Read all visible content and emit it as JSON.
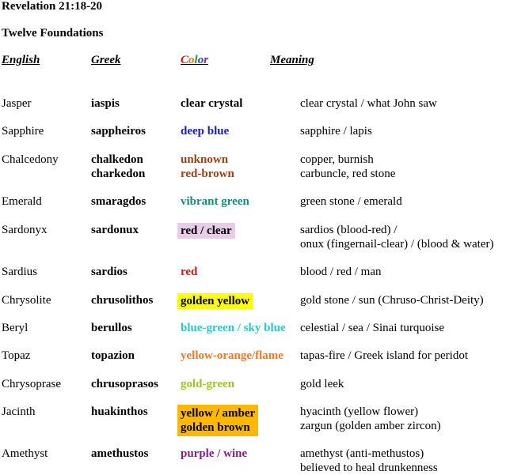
{
  "title": "Revelation 21:18-20",
  "subtitle": "Twelve Foundations",
  "headers": {
    "english": "English",
    "greek": "Greek",
    "color_letters": [
      {
        "ch": "C",
        "color": "#e01010"
      },
      {
        "ch": "o",
        "color": "#e07a00"
      },
      {
        "ch": "l",
        "color": "#2a9a2a"
      },
      {
        "ch": "o",
        "color": "#1f3fd0"
      },
      {
        "ch": "r",
        "color": "#8a1fa0"
      }
    ],
    "meaning": "Meaning"
  },
  "rows": [
    {
      "english": "Jasper",
      "greek": [
        "iaspis"
      ],
      "color": [
        "clear crystal"
      ],
      "color_hex": "#000000",
      "bg": "",
      "meaning": [
        "clear crystal / what John saw"
      ]
    },
    {
      "english": "Sapphire",
      "greek": [
        "sappheiros"
      ],
      "color": [
        "deep blue"
      ],
      "color_hex": "#1a1ad6",
      "bg": "",
      "meaning": [
        "sapphire / lapis"
      ]
    },
    {
      "english": "Chalcedony",
      "greek": [
        "chalkedon",
        "charkedon"
      ],
      "color": [
        "unknown",
        "red-brown"
      ],
      "color_hex": "#a04010",
      "bg": "",
      "meaning": [
        "copper, burnish",
        "carbuncle, red stone"
      ]
    },
    {
      "english": "Emerald",
      "greek": [
        "smaragdos"
      ],
      "color": [
        "vibrant green"
      ],
      "color_hex": "#1a8a7a",
      "bg": "",
      "meaning": [
        "green stone / emerald"
      ]
    },
    {
      "english": "Sardonyx",
      "greek": [
        "sardonux"
      ],
      "color": [
        "red / clear"
      ],
      "color_hex": "#000000",
      "bg": "#e8cce8",
      "meaning": [
        "sardios (blood-red) /",
        "onux (fingernail-clear) / (blood & water)"
      ]
    },
    {
      "english": "Sardius",
      "greek": [
        "sardios"
      ],
      "color": [
        "red"
      ],
      "color_hex": "#e01010",
      "bg": "",
      "meaning": [
        "blood / red / man"
      ]
    },
    {
      "english": "Chrysolite",
      "greek": [
        "chrusolithos"
      ],
      "color": [
        "golden yellow"
      ],
      "color_hex": "#000000",
      "bg": "#ffff00",
      "meaning": [
        "gold stone / sun (Chruso-Christ-Deity)"
      ]
    },
    {
      "english": "Beryl",
      "greek": [
        "berullos"
      ],
      "color": [
        "blue-green / sky blue"
      ],
      "color_hex": "#33c4cc",
      "bg": "",
      "meaning": [
        "celestial / sea / Sinai turquoise"
      ]
    },
    {
      "english": "Topaz",
      "greek": [
        "topazion"
      ],
      "color": [
        "yellow-orange/flame"
      ],
      "color_hex": "#f07820",
      "bg": "",
      "meaning": [
        "tapas-fire / Greek island for peridot"
      ]
    },
    {
      "english": "Chrysoprase",
      "greek": [
        "chrusoprasos"
      ],
      "color": [
        "gold-green"
      ],
      "color_hex": "#9ac81a",
      "bg": "",
      "meaning": [
        "gold leek"
      ]
    },
    {
      "english": "Jacinth",
      "greek": [
        "huakinthos"
      ],
      "color": [
        "yellow / amber",
        "golden brown"
      ],
      "color_hex": "#000000",
      "bg": "#ffb800",
      "meaning": [
        "hyacinth (yellow flower)",
        "zargun (golden amber zircon)"
      ]
    },
    {
      "english": "Amethyst",
      "greek": [
        "amethustos"
      ],
      "color": [
        "purple / wine"
      ],
      "color_hex": "#8a1a8a",
      "bg": "",
      "meaning": [
        "amethyst (anti-methustos)",
        "believed to heal drunkenness"
      ]
    }
  ]
}
